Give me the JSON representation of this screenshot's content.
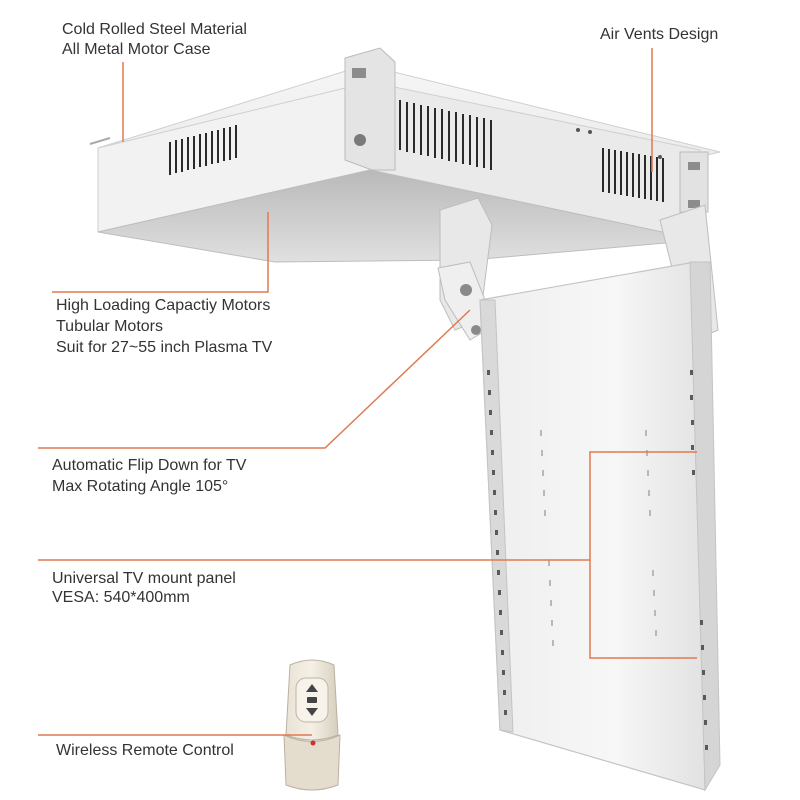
{
  "colors": {
    "callout_line": "#e07a50",
    "text": "#333333",
    "steel": "#ececec",
    "steel_shadow": "#c9c9c9",
    "vent": "#2a2a2a"
  },
  "callouts": {
    "case": {
      "line1": "Cold Rolled Steel Material",
      "line2": "All Metal Motor Case"
    },
    "vents": {
      "line1": "Air Vents Design"
    },
    "motors": {
      "line1": "High Loading Capactiy Motors",
      "line2": "Tubular Motors",
      "line3": "Suit for 27~55 inch Plasma TV"
    },
    "flip": {
      "line1": "Automatic Flip Down for TV",
      "line2": "Max Rotating Angle 105°"
    },
    "panel": {
      "line1": "Universal TV mount panel",
      "line2": "VESA: 540*400mm"
    },
    "remote": {
      "line1": "Wireless Remote Control"
    }
  }
}
